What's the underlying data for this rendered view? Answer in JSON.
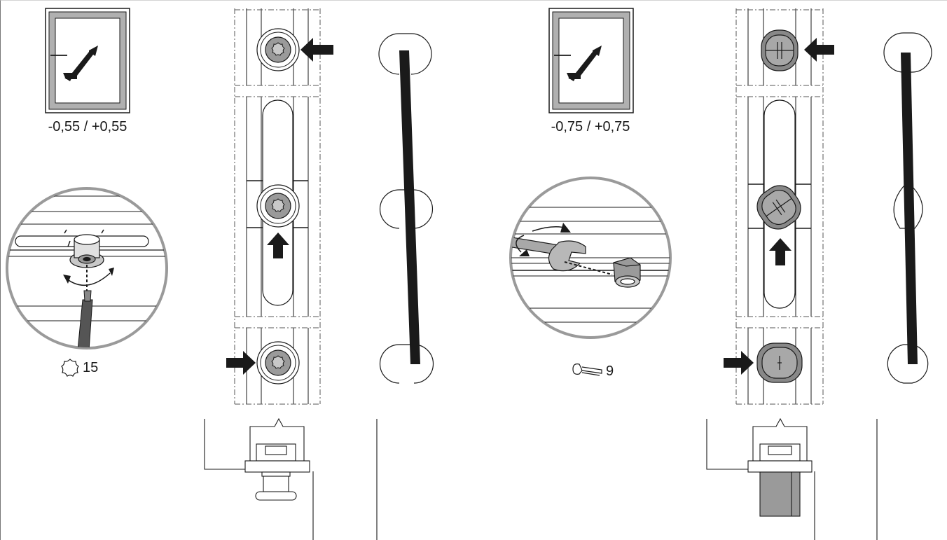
{
  "panels": [
    {
      "range_label": "-0,55 / +0,55",
      "tool_icon": "torx-star-icon",
      "tool_size": "15",
      "fastener": "torx-eccentric-screw"
    },
    {
      "range_label": "-0,75 / +0,75",
      "tool_icon": "open-wrench-icon",
      "tool_size": "9",
      "fastener": "hex-eccentric-cam"
    }
  ],
  "colors": {
    "line": "#1a1a1a",
    "fill_gray": "#9a9a9a",
    "fill_light": "#c8c8c8",
    "background": "#ffffff"
  }
}
